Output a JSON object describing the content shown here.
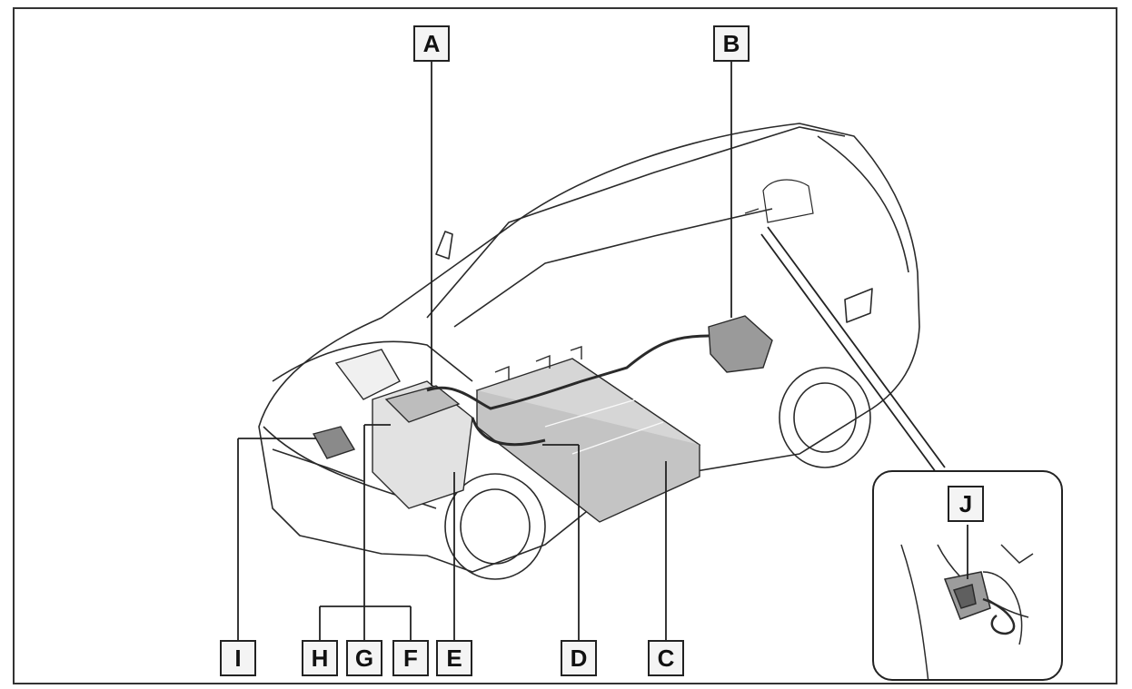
{
  "callouts": {
    "A": "A",
    "B": "B",
    "C": "C",
    "D": "D",
    "E": "E",
    "F": "F",
    "G": "G",
    "H": "H",
    "I": "I",
    "J": "J"
  },
  "colors": {
    "line": "#2a2a2a",
    "fill": "#ffffff",
    "battery": "#d6d6d6"
  }
}
